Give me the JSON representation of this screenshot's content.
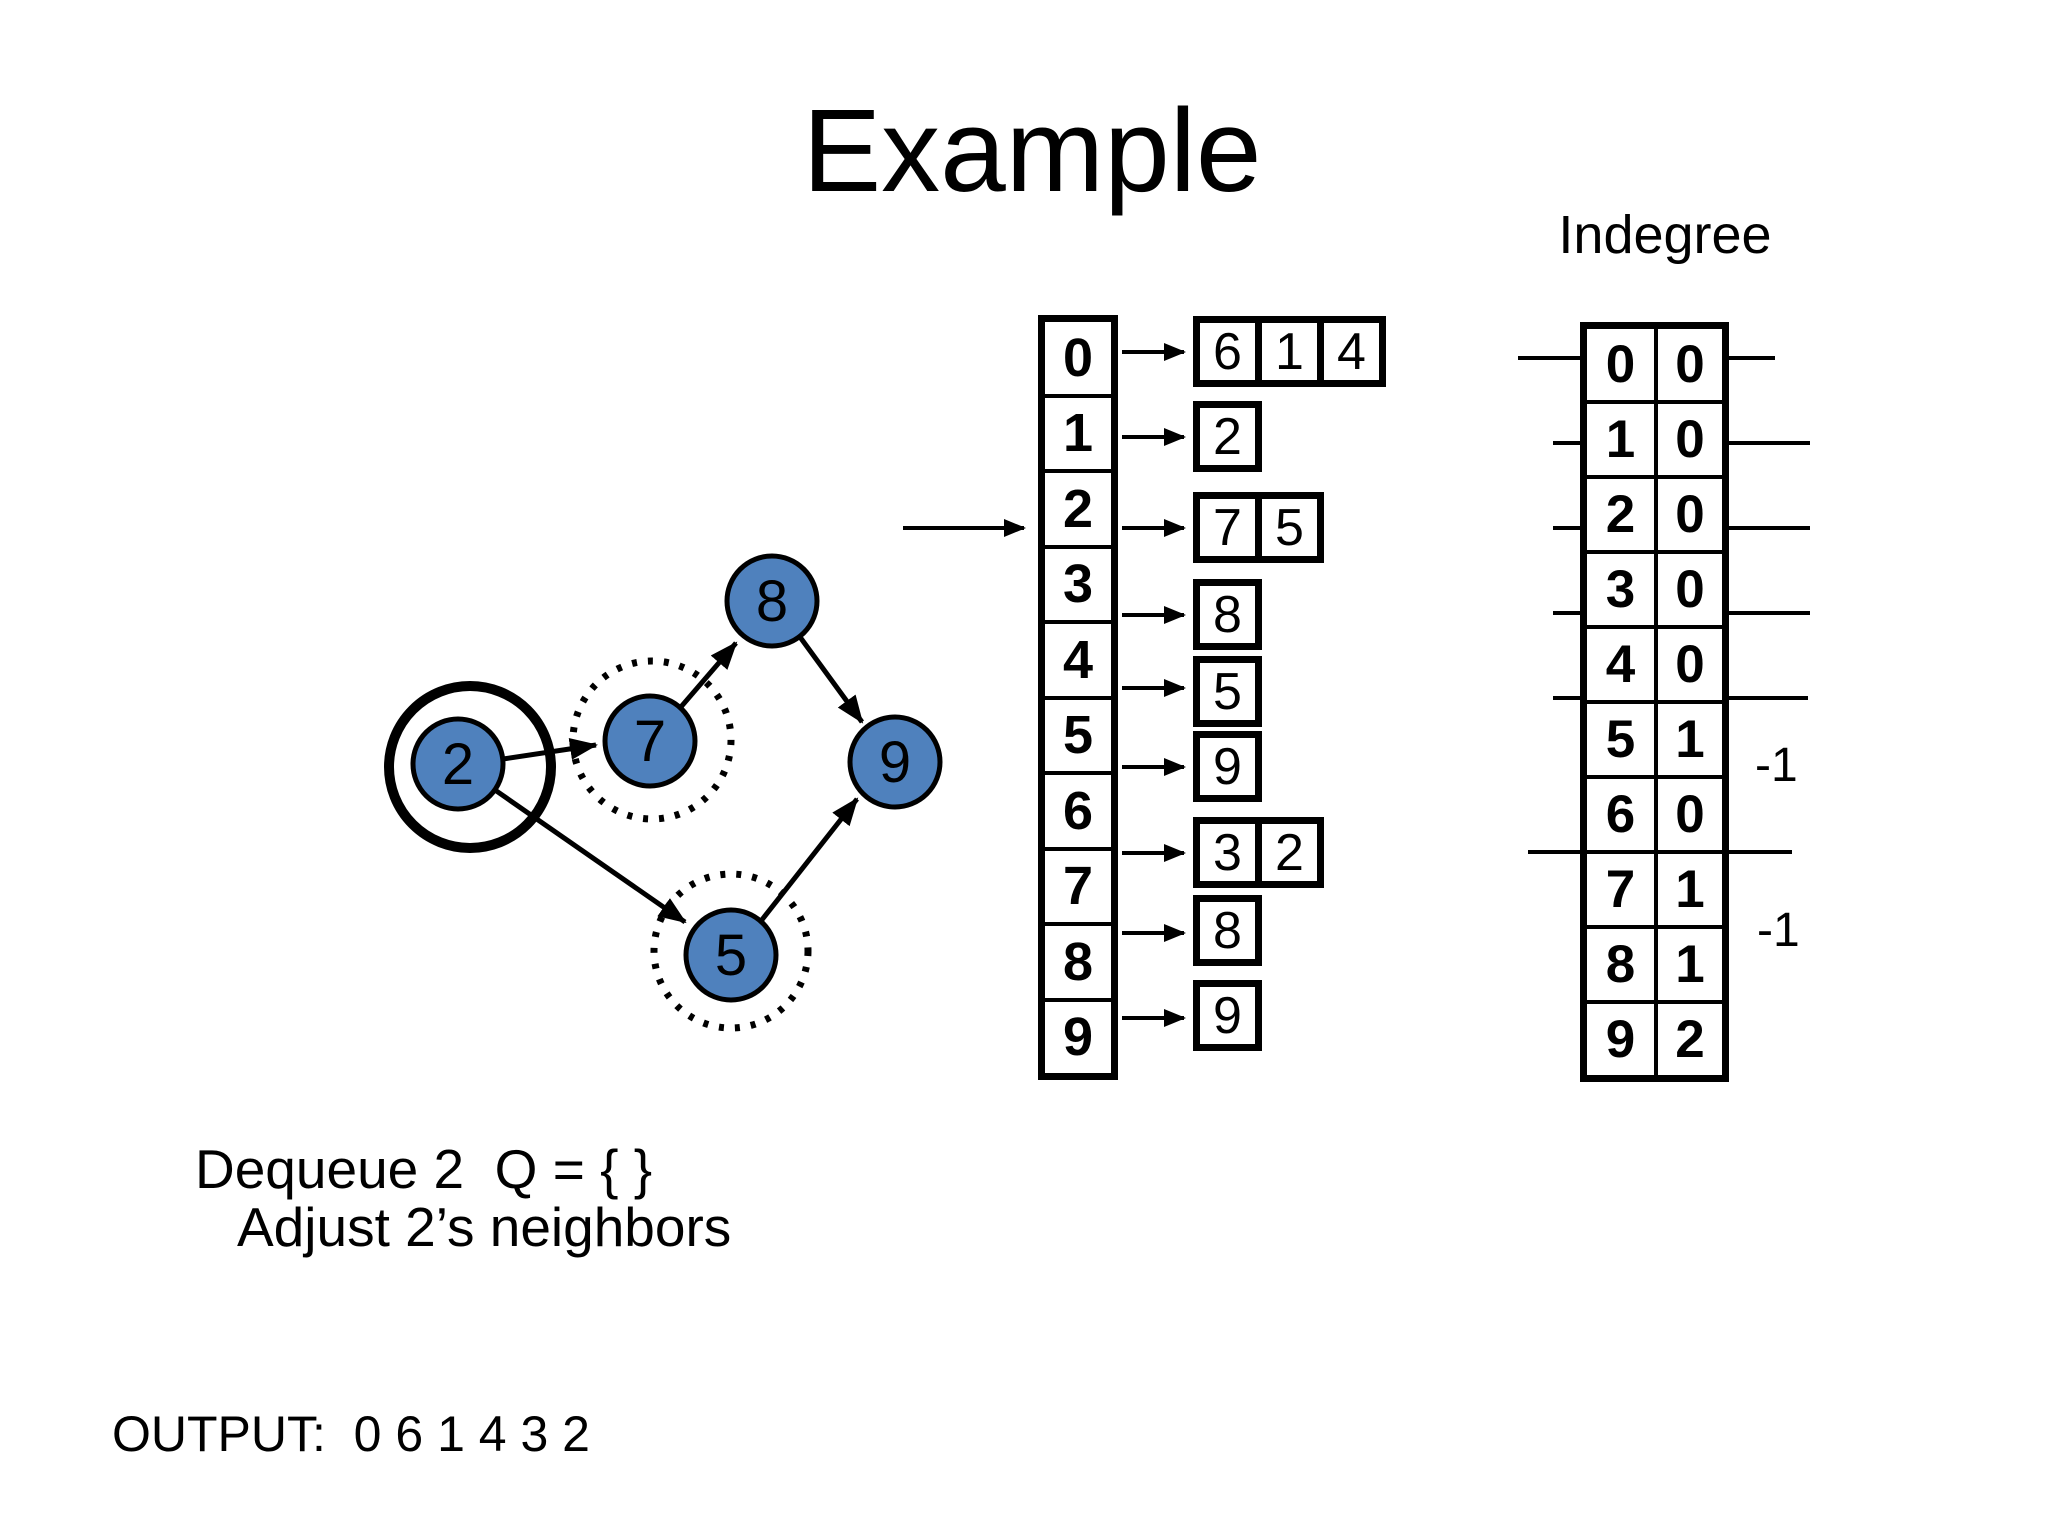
{
  "slide": {
    "title": "Example",
    "status_line1": "Dequeue 2  Q = { }",
    "status_line2": "Adjust 2’s neighbors",
    "output_line": "OUTPUT:  0 6 1 4 3 2"
  },
  "colors": {
    "node_fill": "#4f81bd",
    "ink": "#000000"
  },
  "graph": {
    "nodes": [
      {
        "label": "2",
        "highlight": "selected-solid-ring"
      },
      {
        "label": "7",
        "highlight": "dotted-ring"
      },
      {
        "label": "8",
        "highlight": "none"
      },
      {
        "label": "9",
        "highlight": "none"
      },
      {
        "label": "5",
        "highlight": "dotted-ring"
      }
    ],
    "edges": [
      "2→7",
      "2→5",
      "7→8",
      "8→9",
      "5→9"
    ]
  },
  "adjacency": {
    "rows": [
      {
        "vertex": "0",
        "list": [
          "6",
          "1",
          "4"
        ]
      },
      {
        "vertex": "1",
        "list": [
          "2"
        ]
      },
      {
        "vertex": "2",
        "list": [
          "7",
          "5"
        ],
        "pointer": true
      },
      {
        "vertex": "3",
        "list": [
          "8"
        ]
      },
      {
        "vertex": "4",
        "list": [
          "5"
        ]
      },
      {
        "vertex": "5",
        "list": [
          "9"
        ]
      },
      {
        "vertex": "6",
        "list": [
          "3",
          "2"
        ]
      },
      {
        "vertex": "7",
        "list": [
          "8"
        ]
      },
      {
        "vertex": "8",
        "list": [
          "9"
        ]
      },
      {
        "vertex": "9",
        "list": []
      }
    ]
  },
  "indegree": {
    "title": "Indegree",
    "rows": [
      {
        "vertex": "0",
        "value": "0",
        "struck": true
      },
      {
        "vertex": "1",
        "value": "0",
        "struck": true
      },
      {
        "vertex": "2",
        "value": "0",
        "struck": true
      },
      {
        "vertex": "3",
        "value": "0",
        "struck": true
      },
      {
        "vertex": "4",
        "value": "0",
        "struck": true
      },
      {
        "vertex": "5",
        "value": "1",
        "struck": false,
        "note": "-1"
      },
      {
        "vertex": "6",
        "value": "0",
        "struck": true
      },
      {
        "vertex": "7",
        "value": "1",
        "struck": false,
        "note": "-1"
      },
      {
        "vertex": "8",
        "value": "1",
        "struck": false
      },
      {
        "vertex": "9",
        "value": "2",
        "struck": false
      }
    ]
  }
}
